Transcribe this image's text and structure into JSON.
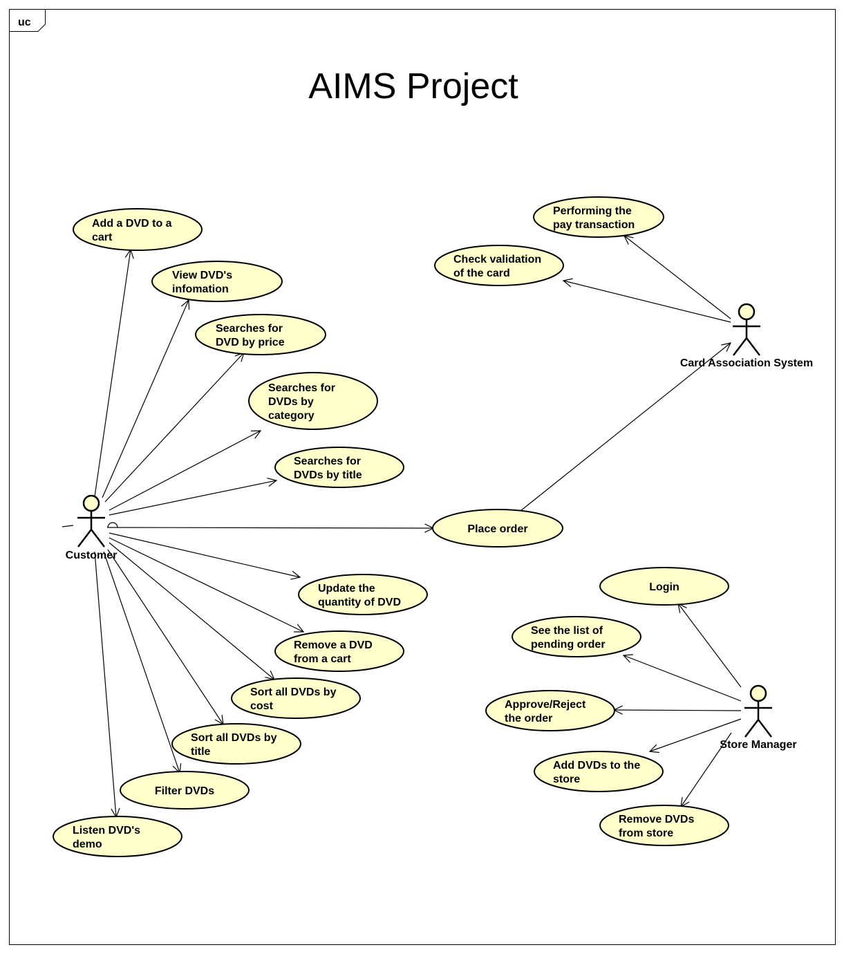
{
  "diagram": {
    "frame_tag": "uc",
    "title": "AIMS Project",
    "actors": [
      {
        "id": "customer",
        "label": "Customer"
      },
      {
        "id": "card",
        "label": "Card Association System"
      },
      {
        "id": "manager",
        "label": "Store Manager"
      }
    ],
    "use_cases": [
      {
        "id": "add_dvd_cart",
        "lines": [
          "Add a DVD to a",
          "cart"
        ]
      },
      {
        "id": "view_info",
        "lines": [
          "View DVD's",
          "infomation"
        ]
      },
      {
        "id": "search_price",
        "lines": [
          "Searches for",
          "DVD by price"
        ]
      },
      {
        "id": "search_category",
        "lines": [
          "Searches for",
          "DVDs by",
          "category"
        ]
      },
      {
        "id": "search_title",
        "lines": [
          "Searches for",
          "DVDs by title"
        ]
      },
      {
        "id": "place_order",
        "lines": [
          "Place order"
        ]
      },
      {
        "id": "update_qty",
        "lines": [
          "Update the",
          "quantity of DVD"
        ]
      },
      {
        "id": "remove_cart",
        "lines": [
          "Remove a DVD",
          "from a cart"
        ]
      },
      {
        "id": "sort_cost",
        "lines": [
          "Sort all DVDs by",
          "cost"
        ]
      },
      {
        "id": "sort_title",
        "lines": [
          "Sort all DVDs by",
          "title"
        ]
      },
      {
        "id": "filter",
        "lines": [
          "Filter DVDs"
        ]
      },
      {
        "id": "listen_demo",
        "lines": [
          "Listen DVD's",
          "demo"
        ]
      },
      {
        "id": "pay_tx",
        "lines": [
          "Performing the",
          "pay transaction"
        ]
      },
      {
        "id": "check_card",
        "lines": [
          "Check validation",
          "of the card"
        ]
      },
      {
        "id": "login",
        "lines": [
          "Login"
        ]
      },
      {
        "id": "pending",
        "lines": [
          "See the list of",
          "pending order"
        ]
      },
      {
        "id": "approve",
        "lines": [
          "Approve/Reject",
          "the order"
        ]
      },
      {
        "id": "add_store",
        "lines": [
          "Add DVDs to the",
          "store"
        ]
      },
      {
        "id": "remove_store",
        "lines": [
          "Remove DVDs",
          "from store"
        ]
      }
    ],
    "associations": [
      {
        "from": "customer",
        "to": "add_dvd_cart"
      },
      {
        "from": "customer",
        "to": "view_info"
      },
      {
        "from": "customer",
        "to": "search_price"
      },
      {
        "from": "customer",
        "to": "search_category"
      },
      {
        "from": "customer",
        "to": "search_title"
      },
      {
        "from": "customer",
        "to": "place_order"
      },
      {
        "from": "customer",
        "to": "update_qty"
      },
      {
        "from": "customer",
        "to": "remove_cart"
      },
      {
        "from": "customer",
        "to": "sort_cost"
      },
      {
        "from": "customer",
        "to": "sort_title"
      },
      {
        "from": "customer",
        "to": "filter"
      },
      {
        "from": "customer",
        "to": "listen_demo"
      },
      {
        "from": "place_order",
        "to": "card"
      },
      {
        "from": "card",
        "to": "pay_tx"
      },
      {
        "from": "card",
        "to": "check_card"
      },
      {
        "from": "manager",
        "to": "login"
      },
      {
        "from": "manager",
        "to": "pending"
      },
      {
        "from": "manager",
        "to": "approve"
      },
      {
        "from": "manager",
        "to": "add_store"
      },
      {
        "from": "manager",
        "to": "remove_store"
      }
    ]
  }
}
